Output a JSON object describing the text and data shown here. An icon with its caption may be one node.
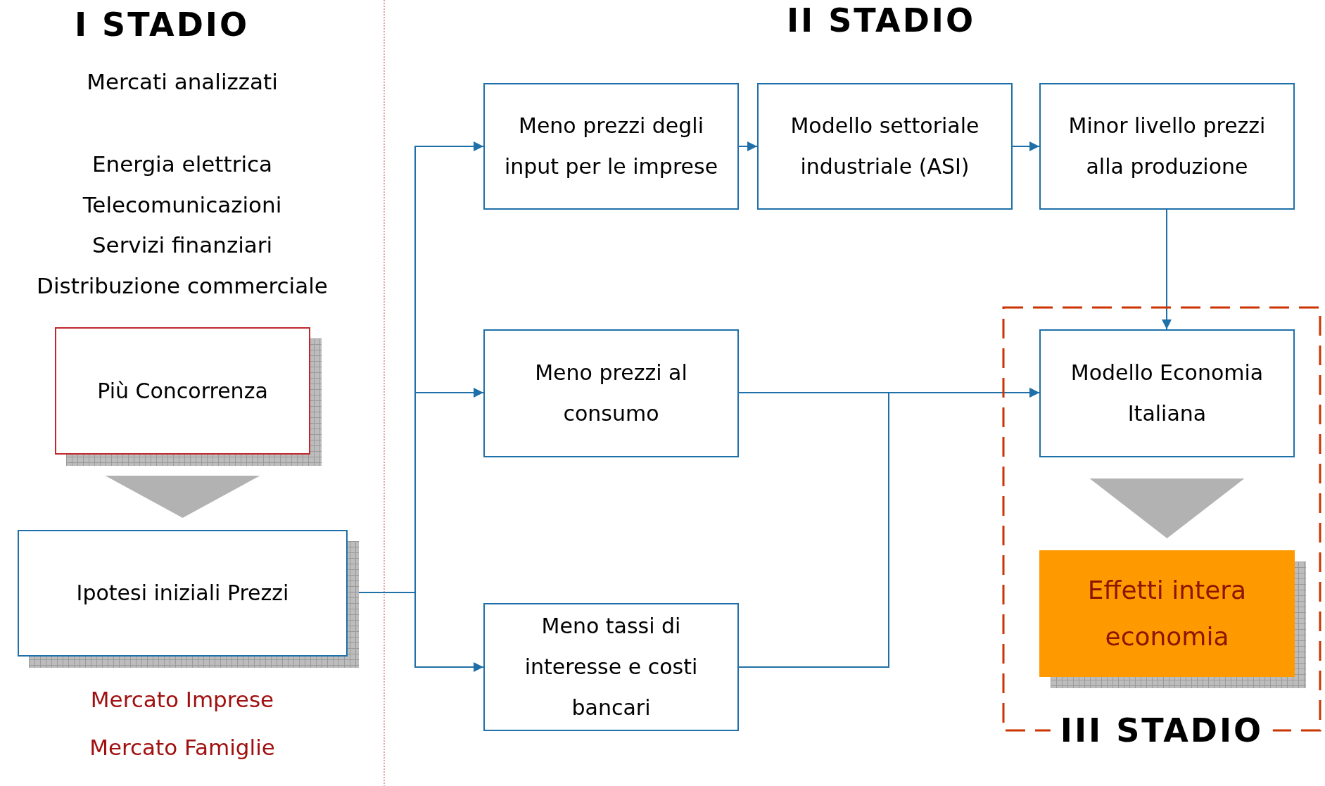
{
  "diagram": {
    "nodes": [
      {
        "text": [
          "Più Concorrenza"
        ]
      },
      {
        "text": [
          "Ipotesi iniziali Prezzi"
        ]
      },
      {
        "text": [
          "Meno prezzi degli input per le imprese"
        ]
      },
      {
        "text": [
          "Modello settoriale industriale (ASI)"
        ]
      },
      {
        "text": [
          "Minor livello prezzi alla produzione"
        ]
      },
      {
        "text": [
          "Meno prezzi al consumo"
        ]
      },
      {
        "text": [
          "Meno tassi di interesse e costi bancari"
        ]
      },
      {
        "text": [
          "III STADIO"
        ]
      },
      {
        "text": [
          "Modello Economia Italiana"
        ],
        "in": 7
      },
      {
        "text": [
          "Effetti intera economia"
        ],
        "in": 7
      }
    ],
    "edges": [
      {
        "from": 0,
        "to": 1,
        "arrow": "to",
        "style": "thick",
        "color": "#b2b2b2"
      },
      {
        "from": 1,
        "to": 2,
        "arrow": "to"
      },
      {
        "from": 1,
        "to": 5,
        "arrow": "to"
      },
      {
        "from": 1,
        "to": 6,
        "arrow": "to"
      },
      {
        "from": 2,
        "to": 3,
        "arrow": "to"
      },
      {
        "from": 3,
        "to": 4,
        "arrow": "to"
      },
      {
        "from": 4,
        "to": 8,
        "arrow": "to"
      },
      {
        "from": 5,
        "to": 8,
        "arrow": "to"
      },
      {
        "from": 6,
        "to": 8,
        "arrow": "to"
      },
      {
        "from": 8,
        "to": 9,
        "arrow": "to",
        "style": "thick",
        "color": "#b2b2b2"
      }
    ],
    "labels": [
      "I STADIO",
      "II STADIO",
      "Mercati analizzati",
      "Energia elettrica",
      "Telecomunicazioni",
      "Servizi finanziari",
      "Distribuzione commerciale",
      "Mercato Imprese",
      "Mercato Famiglie"
    ]
  }
}
